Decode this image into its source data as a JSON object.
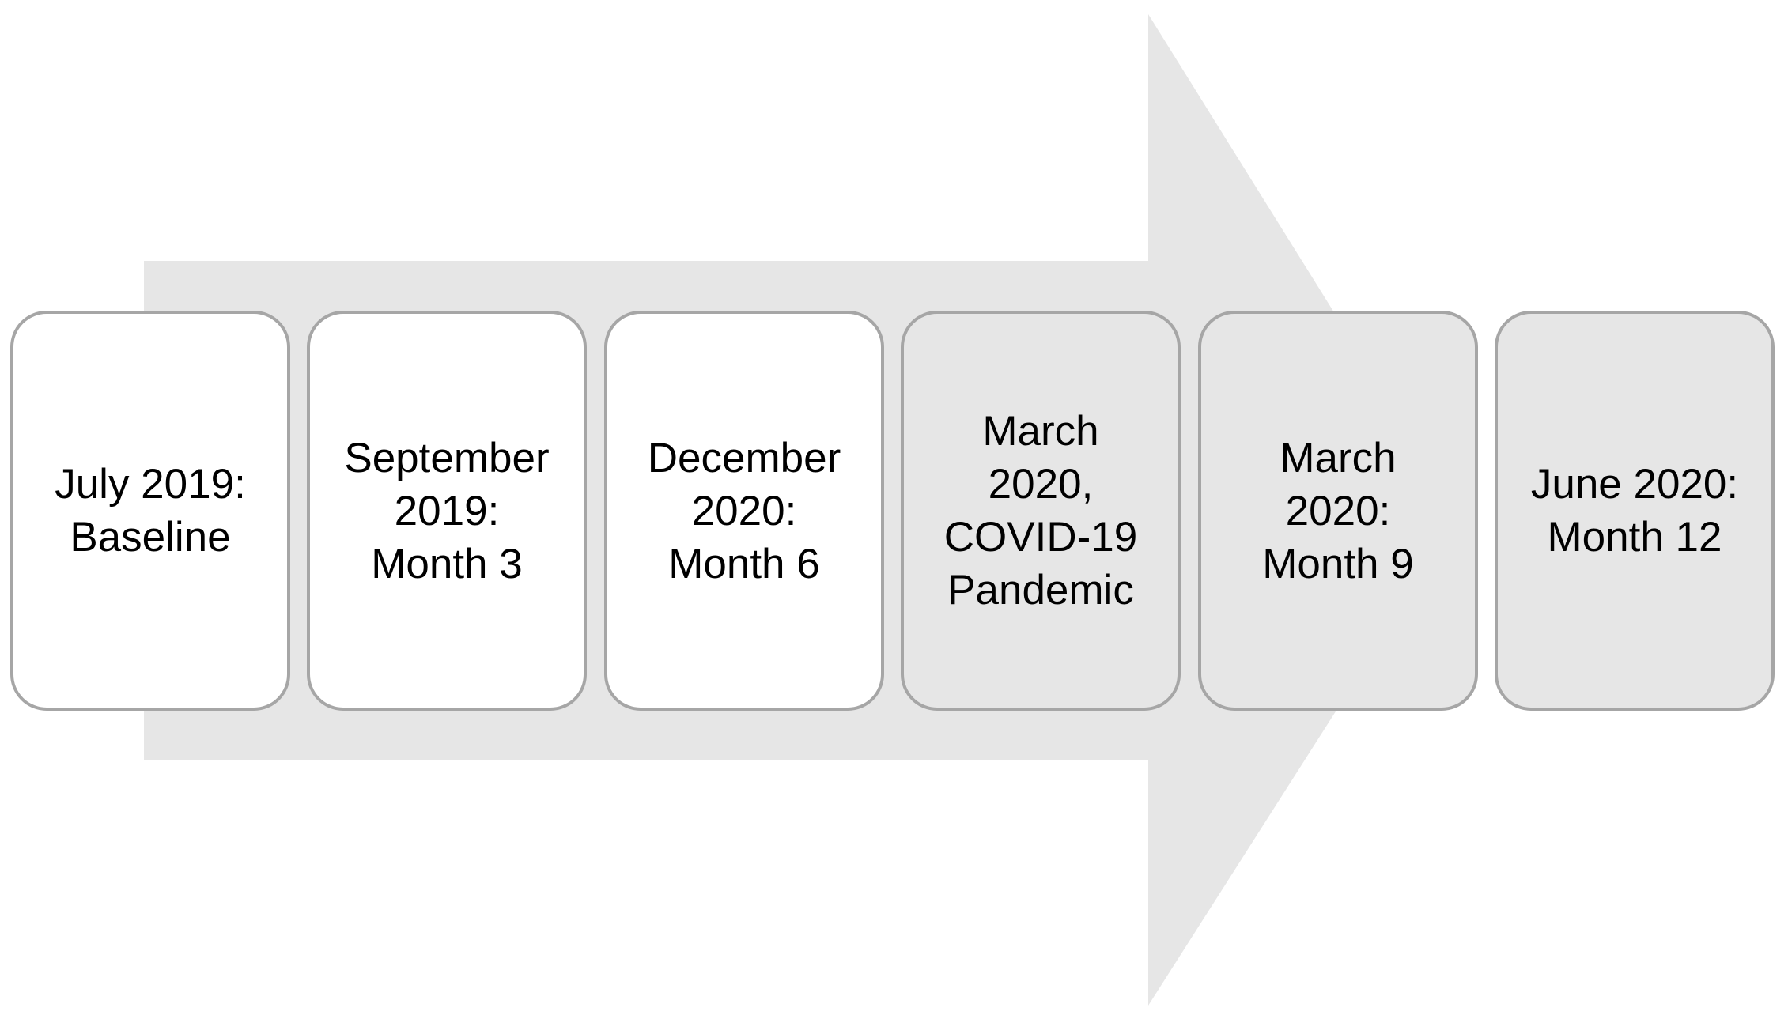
{
  "colors": {
    "arrow_fill": "#e6e6e6",
    "box_border": "#a6a6a6",
    "box_white": "#ffffff",
    "box_grey": "#e6e6e6",
    "text": "#000000"
  },
  "timeline": {
    "steps": [
      {
        "label": "July 2019:\nBaseline",
        "style": "white"
      },
      {
        "label": "September\n2019:\nMonth 3",
        "style": "white"
      },
      {
        "label": "December\n2020:\nMonth 6",
        "style": "white"
      },
      {
        "label": "March\n2020,\nCOVID-19\nPandemic",
        "style": "grey"
      },
      {
        "label": "March\n2020:\nMonth 9",
        "style": "grey"
      },
      {
        "label": "June 2020:\nMonth 12",
        "style": "grey"
      }
    ]
  }
}
